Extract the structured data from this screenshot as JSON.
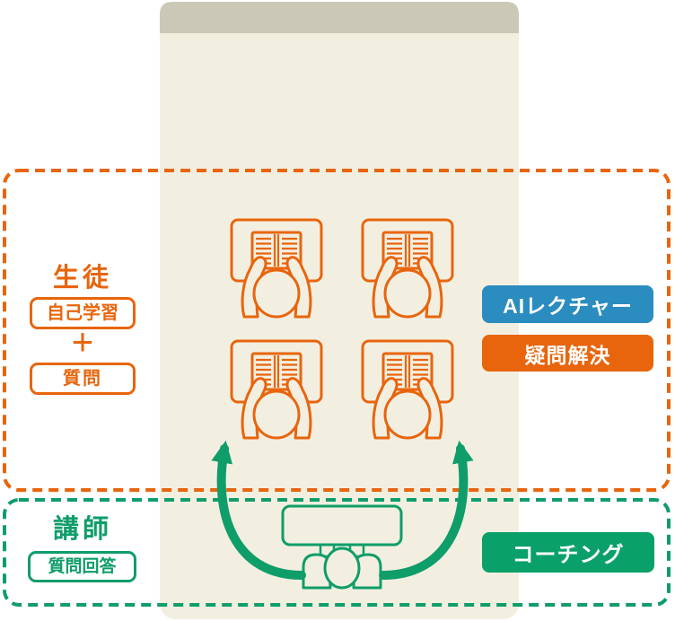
{
  "diagram": {
    "title_implicit": "classroom learning flow diagram",
    "students_section": {
      "heading": "生徒",
      "self_study_label": "自己学習",
      "plus": "+",
      "question_label": "質問"
    },
    "instructor_section": {
      "heading": "講師",
      "answer_label": "質問回答"
    },
    "badges": {
      "ai_lecture": "AIレクチャー",
      "problem_solving": "疑問解決",
      "coaching": "コーチング"
    },
    "icons": {
      "student": "student-reading-book-at-desk-icon",
      "instructor": "instructor-at-desk-icon",
      "arrows": "coaching-feedback-curved-arrow-icon"
    },
    "colors": {
      "orange_accent": "#E8650D",
      "green_accent": "#0F9D69",
      "badge_blue": "#2B8CBF",
      "badge_green": "#0AA06A",
      "classroom_floor": "#F2EFE1",
      "classroom_top_band": "#CBC8B7",
      "badge_text": "#FFFFFF"
    }
  }
}
